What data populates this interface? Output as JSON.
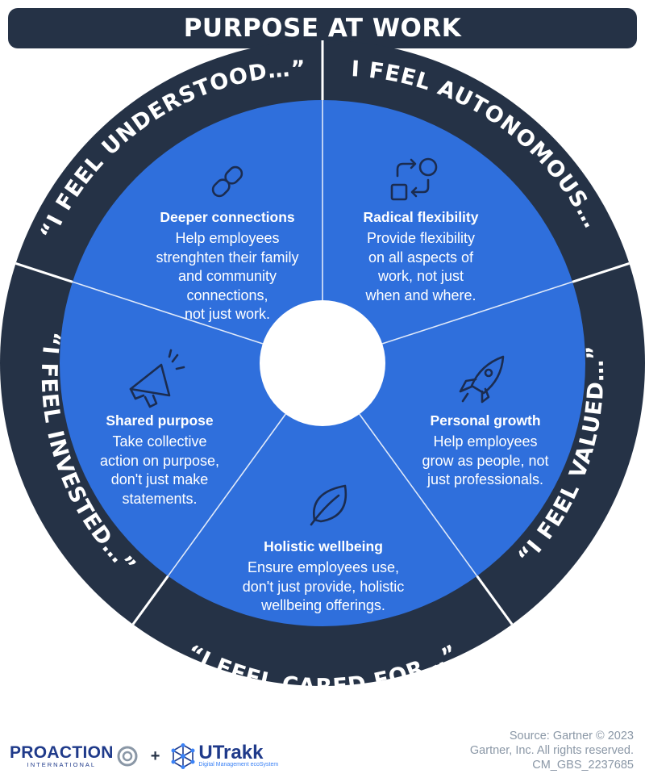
{
  "header": {
    "title": "PURPOSE AT WORK"
  },
  "colors": {
    "dark": "#253246",
    "segment": "#2f6fdc",
    "text": "#ffffff",
    "source": "#8a97a6",
    "brand": "#1f3a8a"
  },
  "ring_labels": {
    "understood": "“I FEEL UNDERSTOOD…”",
    "autonomous": "“I FEEL AUTONOMOUS…”",
    "valued": "“I FEEL VALUED…”",
    "cared": "“I FEEL CARED FOR…”",
    "invested": "“I FEEL INVESTED…”"
  },
  "segments": {
    "deeper": {
      "icon": "link-icon",
      "title": "Deeper connections",
      "body": [
        "Help employees",
        "strenghten their family",
        "and community",
        "connections,",
        "not just work."
      ]
    },
    "radical": {
      "icon": "flexibility-icon",
      "title": "Radical flexibility",
      "body": [
        "Provide flexibility",
        "on all aspects of",
        "work, not just",
        "when and where."
      ]
    },
    "growth": {
      "icon": "rocket-icon",
      "title": "Personal growth",
      "body": [
        "Help employees",
        "grow as people, not",
        "just professionals."
      ]
    },
    "wellbeing": {
      "icon": "leaf-icon",
      "title": "Holistic wellbeing",
      "body": [
        "Ensure employees use,",
        "don't just provide, holistic",
        "wellbeing offerings."
      ]
    },
    "shared": {
      "icon": "megaphone-icon",
      "title": "Shared purpose",
      "body": [
        "Take collective",
        "action on purpose,",
        "don't just make",
        "statements."
      ]
    }
  },
  "source": {
    "line1": "Source: Gartner © 2023",
    "line2": "Gartner, Inc. All rights reserved.",
    "line3": "CM_GBS_2237685"
  },
  "logos": {
    "proaction": "PROACTION",
    "proaction_sub": "INTERNATIONAL",
    "plus": "+",
    "utrakk": "UTrakk",
    "utrakk_sub": "Digital Management ecoSystem"
  }
}
